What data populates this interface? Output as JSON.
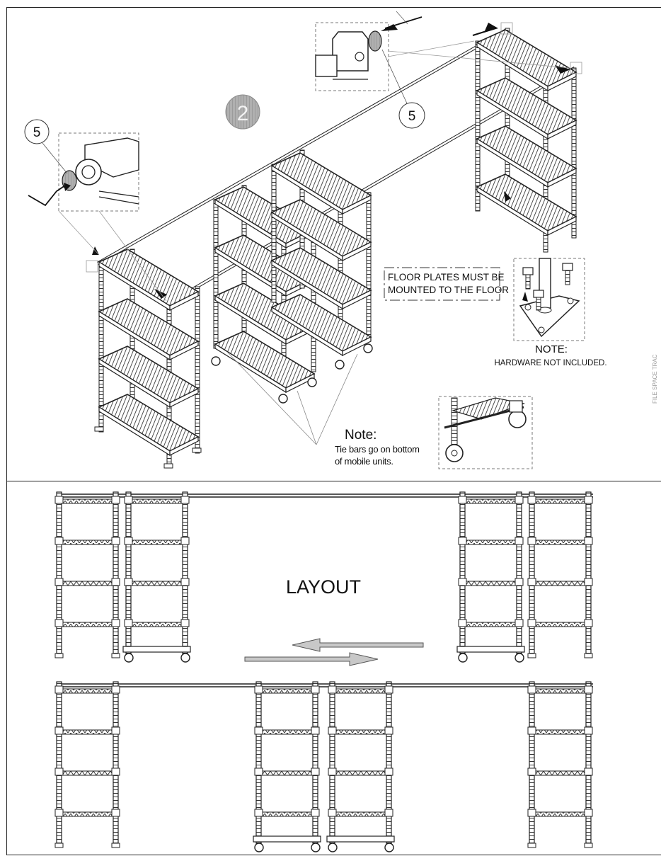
{
  "step_number": "2",
  "callouts": {
    "left": "5",
    "right": "5"
  },
  "floor_plate_note": {
    "line1": "FLOOR PLATES MUST BE",
    "line2": "MOUNTED TO THE FLOOR"
  },
  "hardware_note": {
    "title": "NOTE:",
    "body": "HARDWARE NOT INCLUDED."
  },
  "tie_bar_note": {
    "title": "Note:",
    "line1": "Tie bars go on bottom",
    "line2": "of mobile units."
  },
  "layout_label": "LAYOUT",
  "side_label": "FILE SPACE TRAC",
  "colors": {
    "line": "#222222",
    "step_circle_fill": "#a9a9a9",
    "arrow_fill": "#c8c8c8"
  }
}
